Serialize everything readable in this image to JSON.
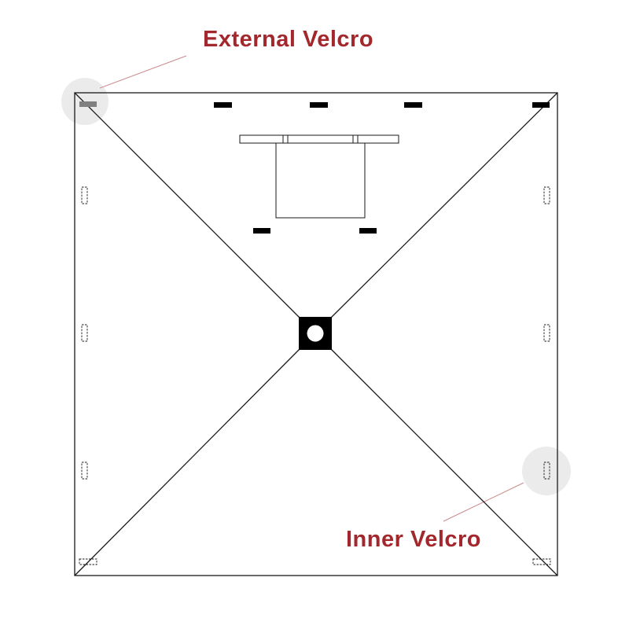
{
  "labels": {
    "external_velcro": "External Velcro",
    "inner_velcro": "Inner Velcro"
  },
  "colors": {
    "label_text": "#a3282d",
    "callout_line": "#c98a8d",
    "highlight_circle": "#ebebeb",
    "outline": "#1a1a1a",
    "velcro_external": "#000000",
    "velcro_highlighted": "#808080"
  },
  "icons": {
    "center_hole": "circle-in-square",
    "external_velcro": "solid-rectangle",
    "inner_velcro": "dashed-rectangle"
  }
}
